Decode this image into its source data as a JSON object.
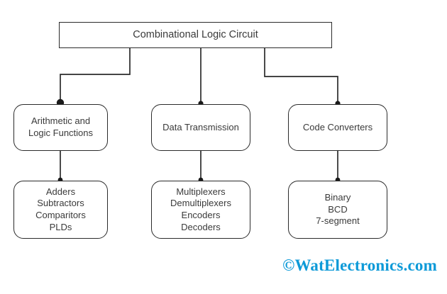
{
  "diagram": {
    "title": "Combinational Logic Circuit",
    "type": "hierarchy-tree",
    "root": {
      "id": "root",
      "label": "Combinational Logic Circuit",
      "shape": "rectangle"
    },
    "categories": [
      {
        "id": "arithmetic-and-logic-functions",
        "label": "Arithmetic and\nLogic Functions",
        "shape": "rounded-rectangle",
        "items_label": "Adders\nSubtractors\nComparitors\nPLDs",
        "items": [
          "Adders",
          "Subtractors",
          "Comparitors",
          "PLDs"
        ]
      },
      {
        "id": "data-transmission",
        "label": "Data Transmission",
        "shape": "rounded-rectangle",
        "items_label": "Multiplexers\nDemultiplexers\nEncoders\nDecoders",
        "items": [
          "Multiplexers",
          "Demultiplexers",
          "Encoders",
          "Decoders"
        ]
      },
      {
        "id": "code-converters",
        "label": "Code Converters",
        "shape": "rounded-rectangle",
        "items_label": "Binary\nBCD\n7-segment",
        "items": [
          "Binary",
          "BCD",
          "7-segment"
        ]
      }
    ],
    "connector_color": "#2b2b2b",
    "box_border_color": "#2b2b2b",
    "text_color": "#3a3a3a",
    "background_color": "#ffffff"
  },
  "watermark": {
    "text": "©WatElectronics.com",
    "color": "#0d9ad8"
  }
}
